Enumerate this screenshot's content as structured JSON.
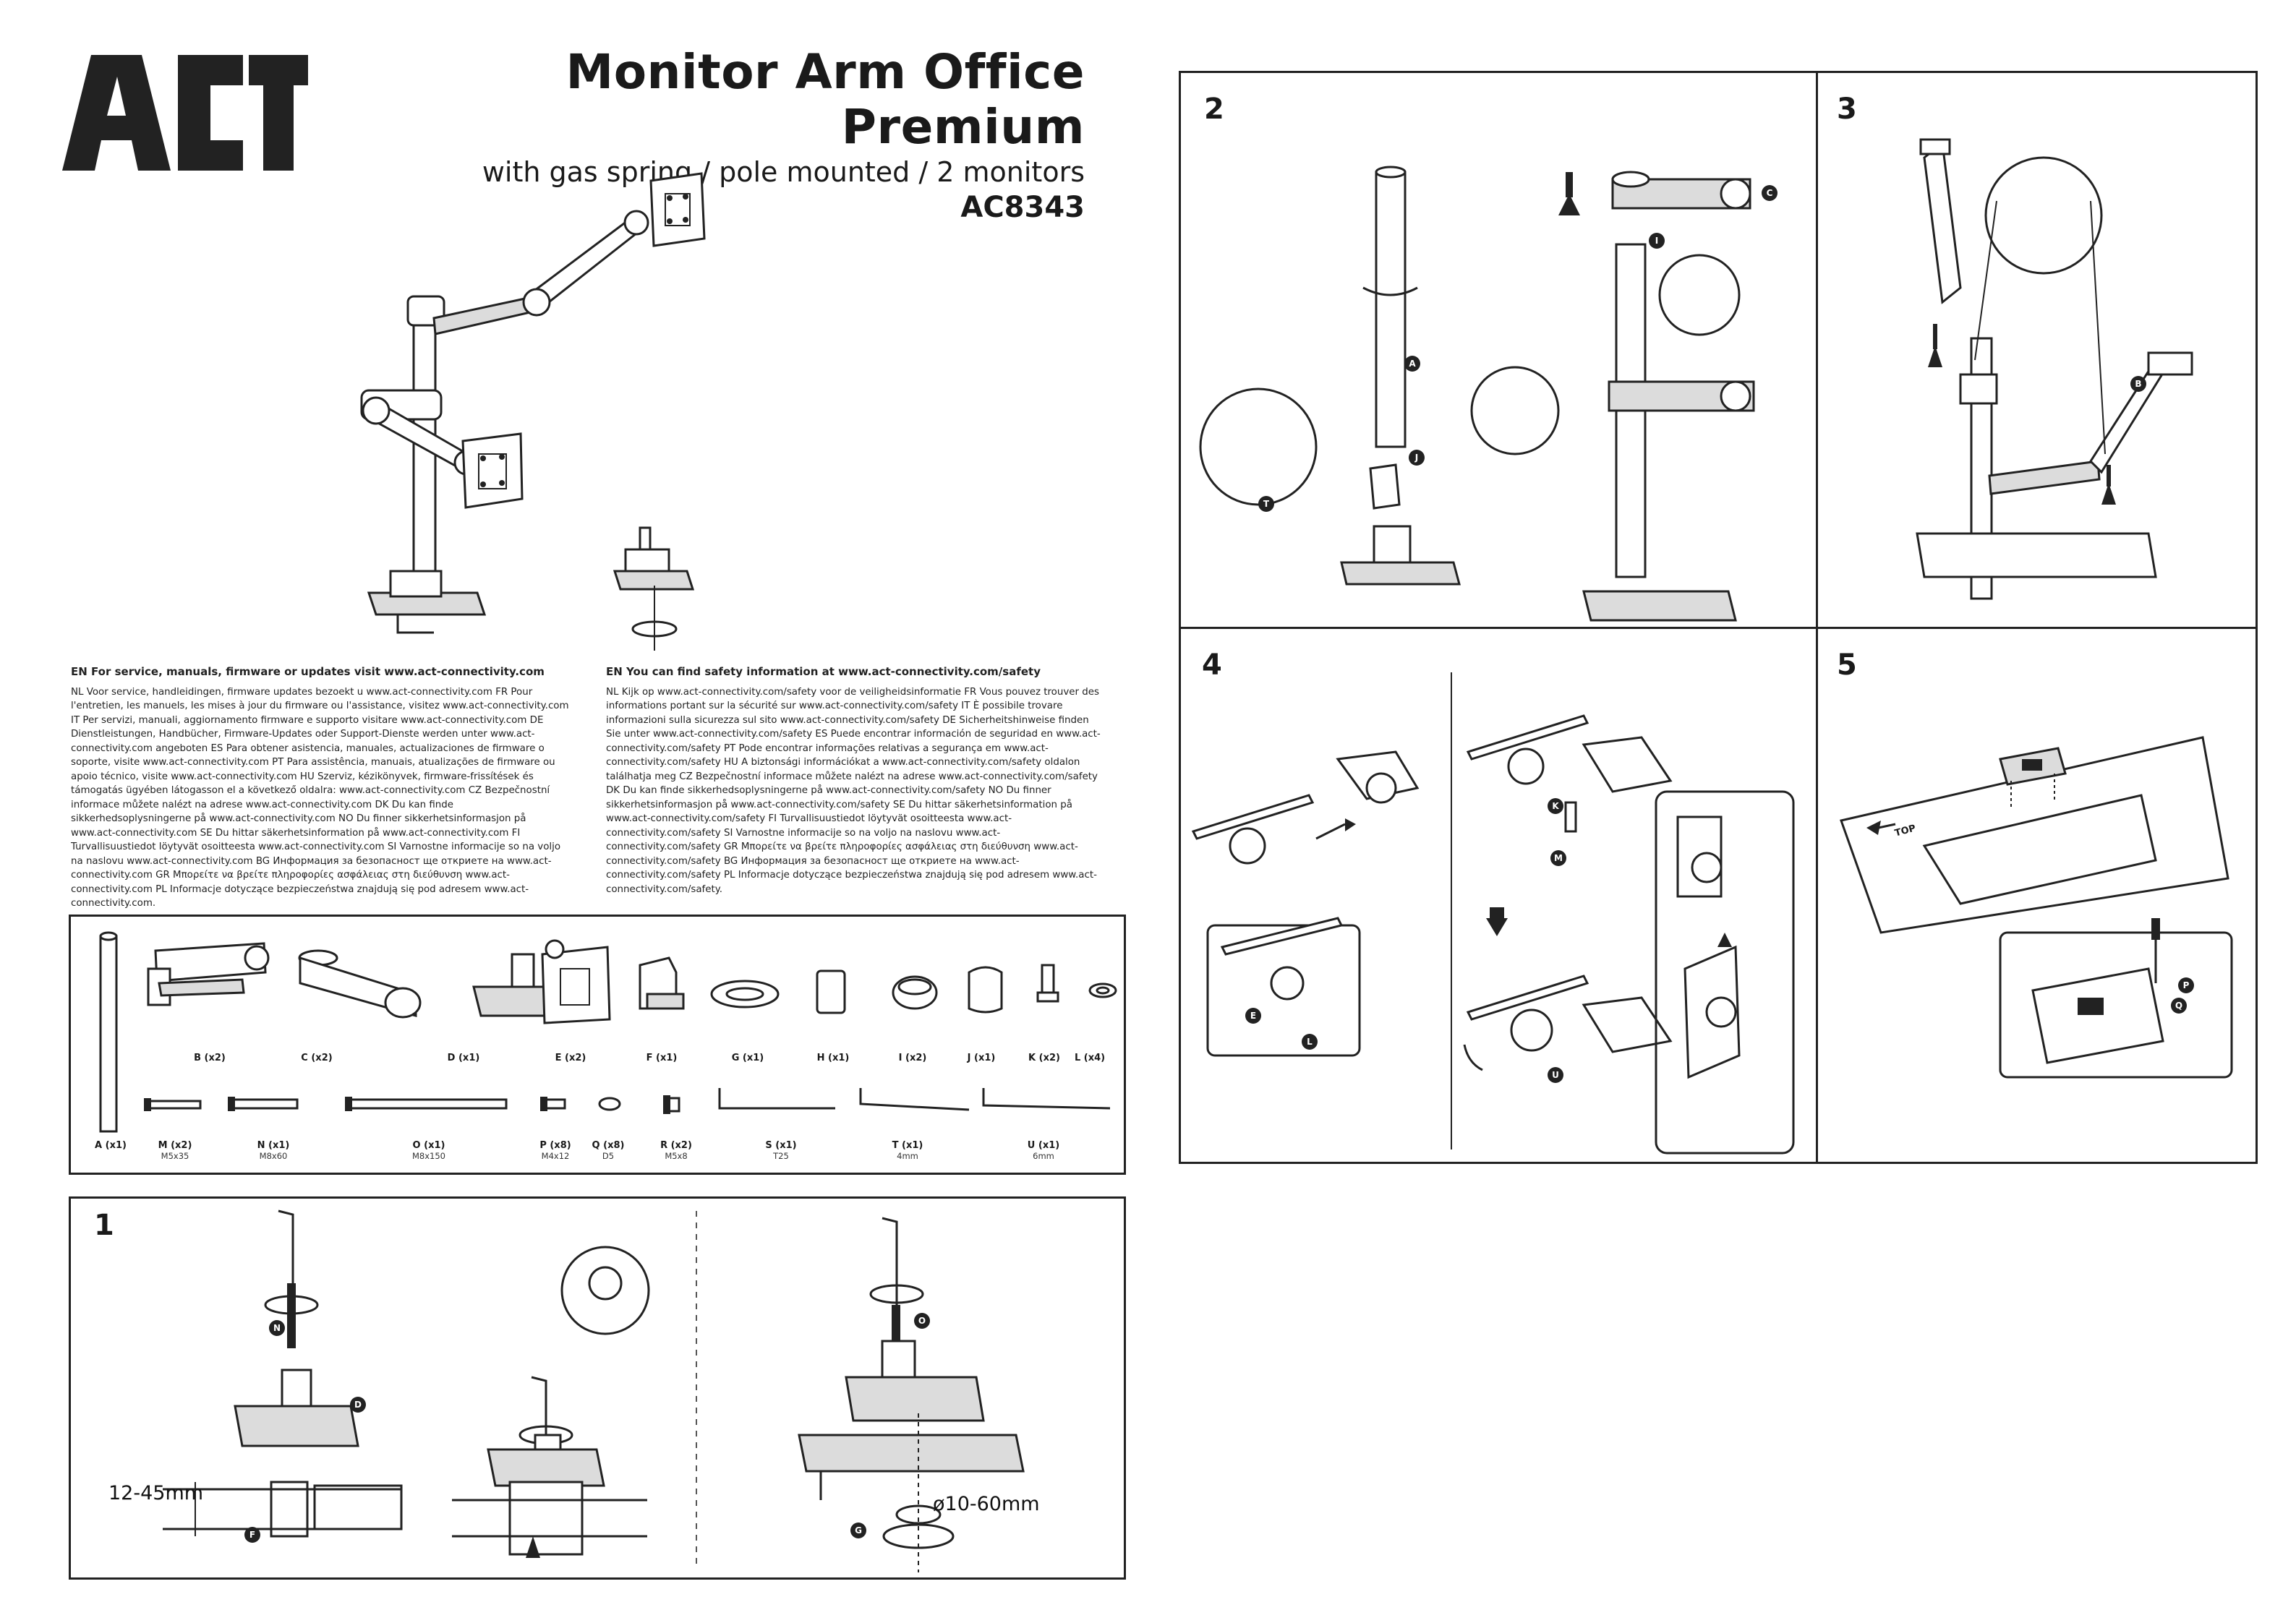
{
  "header": {
    "logo_text": "ACT",
    "title": "Monitor Arm Office Premium",
    "subtitle": "with gas spring / pole mounted / 2 monitors",
    "model": "AC8343"
  },
  "service_text": {
    "heading": "EN For service, manuals, firmware or updates visit www.act-connectivity.com",
    "body": "NL Voor service, handleidingen, firmware updates bezoekt u www.act-connectivity.com FR Pour l'entretien, les manuels, les mises à jour du firmware ou l'assistance, visitez www.act-connectivity.com IT Per servizi, manuali, aggiornamento firmware e supporto visitare www.act-connectivity.com DE Dienstleistungen, Handbücher, Firmware-Updates oder Support-Dienste werden unter www.act-connectivity.com angeboten ES Para obtener asistencia, manuales, actualizaciones de firmware o soporte, visite www.act-connectivity.com PT Para assistência, manuais, atualizações de firmware ou apoio técnico, visite www.act-connectivity.com HU Szerviz, kézikönyvek, firmware-frissítések és támogatás ügyében látogasson el a következő oldalra: www.act-connectivity.com CZ Bezpečnostní informace můžete nalézt na adrese www.act-connectivity.com DK Du kan finde sikkerhedsoplysningerne på www.act-connectivity.com NO Du finner sikkerhetsinformasjon på www.act-connectivity.com SE Du hittar säkerhetsinformation på www.act-connectivity.com FI Turvallisuustiedot löytyvät osoitteesta www.act-connectivity.com SI Varnostne informacije so na voljo na naslovu www.act-connectivity.com BG Информация за безопасност ще откриете на www.act-connectivity.com GR Μπορείτε να βρείτε πληροφορίες ασφάλειας στη διεύθυνση www.act-connectivity.com PL Informacje dotyczące bezpieczeństwa znajdują się pod adresem www.act-connectivity.com."
  },
  "safety_text": {
    "heading": "EN You can find safety information at www.act-connectivity.com/safety",
    "body": "NL Kijk op www.act-connectivity.com/safety voor de veiligheidsinformatie FR Vous pouvez trouver des informations portant sur la sécurité sur www.act-connectivity.com/safety IT È possibile trovare informazioni sulla sicurezza sul sito www.act-connectivity.com/safety DE Sicherheitshinweise finden Sie unter www.act-connectivity.com/safety ES Puede encontrar información de seguridad en www.act-connectivity.com/safety PT Pode encontrar informações relativas a segurança em www.act-connectivity.com/safety HU A biztonsági információkat a www.act-connectivity.com/safety oldalon találhatja meg CZ Bezpečnostní informace můžete nalézt na adrese www.act-connectivity.com/safety DK Du kan finde sikkerhedsoplysningerne på www.act-connectivity.com/safety NO Du finner sikkerhetsinformasjon på www.act-connectivity.com/safety SE Du hittar säkerhetsinformation på www.act-connectivity.com/safety FI Turvallisuustiedot löytyvät osoitteesta www.act-connectivity.com/safety SI Varnostne informacije so na voljo na naslovu www.act-connectivity.com/safety GR Μπορείτε να βρείτε πληροφορίες ασφάλειας στη διεύθυνση www.act-connectivity.com/safety BG Информация за безопасност ще откриете на www.act-connectivity.com/safety PL Informacje dotyczące bezpieczeństwa znajdują się pod adresem www.act-connectivity.com/safety."
  },
  "parts_row1": [
    {
      "label": "B (x2)"
    },
    {
      "label": "C (x2)"
    },
    {
      "label": "D (x1)"
    },
    {
      "label": "E (x2)"
    },
    {
      "label": "F (x1)"
    },
    {
      "label": "G (x1)"
    },
    {
      "label": "H (x1)"
    },
    {
      "label": "I (x2)"
    },
    {
      "label": "J (x1)"
    },
    {
      "label": "K (x2)"
    },
    {
      "label": "L (x4)"
    }
  ],
  "parts_row2": [
    {
      "label": "A (x1)",
      "spec": ""
    },
    {
      "label": "M (x2)",
      "spec": "M5x35"
    },
    {
      "label": "N (x1)",
      "spec": "M8x60"
    },
    {
      "label": "O (x1)",
      "spec": "M8x150"
    },
    {
      "label": "P (x8)",
      "spec": "M4x12"
    },
    {
      "label": "Q (x8)",
      "spec": "D5"
    },
    {
      "label": "R (x2)",
      "spec": "M5x8"
    },
    {
      "label": "S (x1)",
      "spec": "T25"
    },
    {
      "label": "T (x1)",
      "spec": "4mm"
    },
    {
      "label": "U (x1)",
      "spec": "6mm"
    }
  ],
  "steps": {
    "s1": "1",
    "s2": "2",
    "s3": "3",
    "s4": "4",
    "s5": "5"
  },
  "step1": {
    "thickness": "12-45mm",
    "hole": "ø10-60mm"
  },
  "callouts": {
    "A": "A",
    "B": "B",
    "C": "C",
    "D": "D",
    "E": "E",
    "F": "F",
    "G": "G",
    "I": "I",
    "J": "J",
    "K": "K",
    "L": "L",
    "M": "M",
    "N": "N",
    "O": "O",
    "P": "P",
    "Q": "Q",
    "T": "T",
    "U": "U"
  },
  "step5": {
    "top_label": "TOP"
  }
}
